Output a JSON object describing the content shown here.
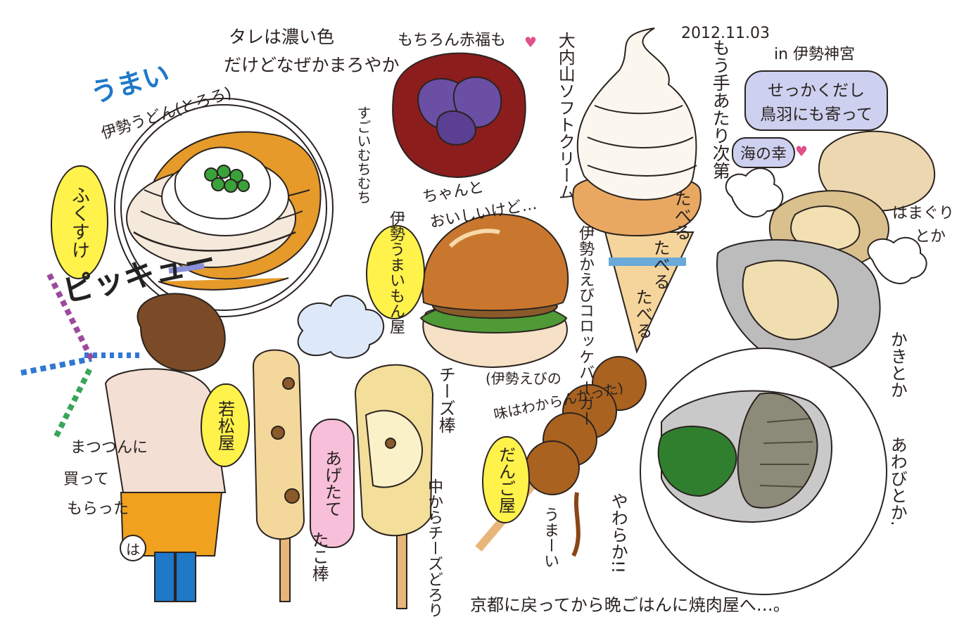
{
  "date": "2012.11.03",
  "location": "in 伊勢神宮",
  "umai": "うまい",
  "tare": "タレは濃い色",
  "tare2": "だけどなぜかまろやか",
  "udon_title": "伊勢うどん(とろろ)",
  "udon_side": "すごいむちむち",
  "fukusuke": "ふくすけ",
  "pikyu": "ピッキュー",
  "akafuku": "もちろん赤福も",
  "softcream": "大内山ソフトクリーム",
  "mou": "もう手あたり次第",
  "taberu": [
    "たべる",
    "たべる",
    "たべる"
  ],
  "toba": [
    "せっかくだし",
    "鳥羽にも寄って"
  ],
  "uminosachi": "海の幸",
  "hamaguri": [
    "はまぐり",
    "とか"
  ],
  "kaki": "かきとか",
  "awabi": "あわびとか.",
  "chanto": "ちゃんと",
  "oishii": "おいしいけど…",
  "monya": "伊勢うまいもん屋",
  "korokke": "伊勢かえびコロッケバーガー",
  "korokke_note": [
    "(伊勢えびの",
    "味はわからんかった)"
  ],
  "wakamatsu": "若松屋",
  "agetate": "あげたて",
  "takobou": "たこ棒",
  "cheese": "チーズ棒",
  "naka": "中からチーズどろり",
  "dango": "だんご屋",
  "yawaraka": "やわらか!!",
  "umaa": "うまーい",
  "matsufun": [
    "まつつんに",
    "買って",
    "もらった"
  ],
  "ha": "は",
  "bottom": "京都に戻ってから晩ごはんに焼肉屋へ…。",
  "colors": {
    "yellow": "#fff24a",
    "lavender": "#cdd0ef",
    "pink": "#f7bfd9",
    "blue": "#1f78c8"
  }
}
